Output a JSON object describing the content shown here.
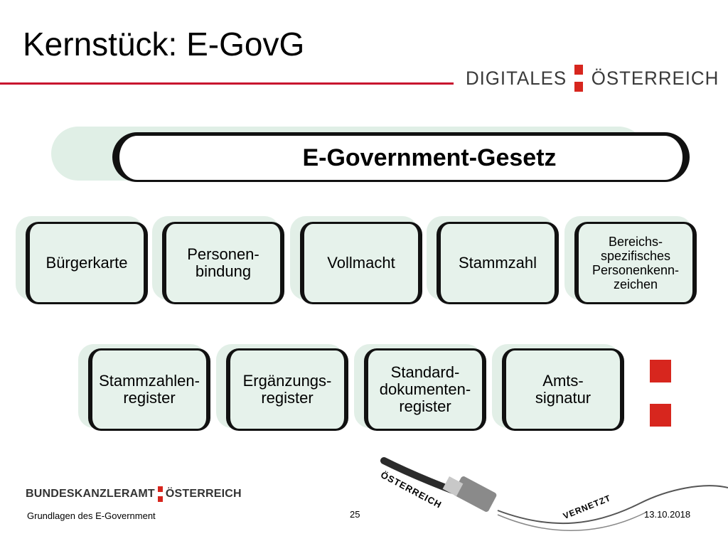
{
  "slide": {
    "title": "Kernstück: E-GovG",
    "banner": "E-Government-Gesetz"
  },
  "logo_top": {
    "left": "DIGITALES",
    "right": "ÖSTERREICH"
  },
  "row1": [
    {
      "label": "Bürgerkarte"
    },
    {
      "label": "Personen-\nbindung"
    },
    {
      "label": "Vollmacht"
    },
    {
      "label": "Stammzahl"
    },
    {
      "label": "Bereichs-\nspezifisches\nPersonenkenn-\nzeichen"
    }
  ],
  "row2": [
    {
      "label": "Stammzahlen-\nregister"
    },
    {
      "label": "Ergänzungs-\nregister"
    },
    {
      "label": "Standard-\ndokumenten-\nregister"
    },
    {
      "label": "Amts-\nsignatur"
    }
  ],
  "footer": {
    "logo_left": "BUNDESKANZLERAMT",
    "logo_right": "ÖSTERREICH",
    "course": "Grundlagen des E-Government",
    "page": "25",
    "date": "13.10.2018"
  },
  "usb": {
    "text_1": "ÖSTERREICH",
    "text_2": "VERNETZT"
  },
  "colors": {
    "accent_red": "#d7261e",
    "title_rule": "#c8102e",
    "box_fill": "#e6f2eb"
  }
}
